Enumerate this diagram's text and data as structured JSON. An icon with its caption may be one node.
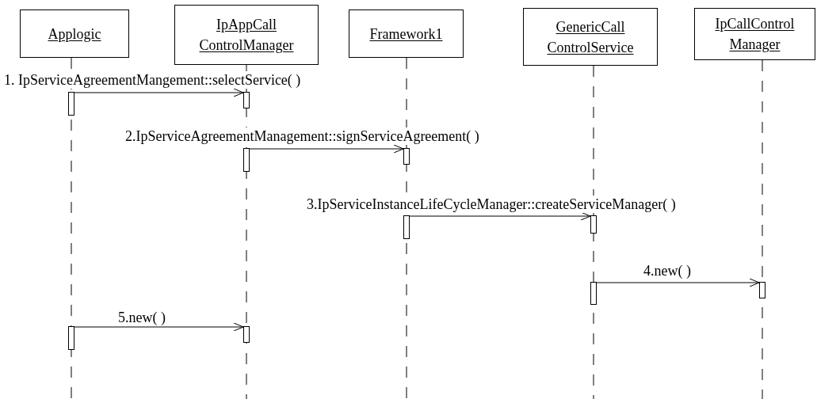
{
  "diagram": {
    "nodes": [
      {
        "text": [
          "Applogic"
        ]
      },
      {
        "text": [
          "IpAppCall ControlManager"
        ]
      },
      {
        "text": [
          "Framework1"
        ]
      },
      {
        "text": [
          "GenericCall ControlService"
        ]
      },
      {
        "text": [
          "IpCallControl Manager"
        ]
      },
      {
        "text": [],
        "shape": "bar"
      },
      {
        "text": [],
        "shape": "bar"
      },
      {
        "text": [],
        "shape": "bar"
      },
      {
        "text": [],
        "shape": "bar"
      },
      {
        "text": [],
        "shape": "bar"
      },
      {
        "text": [],
        "shape": "bar"
      },
      {
        "text": [],
        "shape": "bar"
      },
      {
        "text": [],
        "shape": "bar"
      },
      {
        "text": [],
        "shape": "bar"
      },
      {
        "text": [],
        "shape": "bar"
      }
    ],
    "edges": [
      {
        "from": 5,
        "to": 6,
        "arrow": "to",
        "label": "1. IpServiceAgreementMangement::selectService( )"
      },
      {
        "from": 7,
        "to": 8,
        "arrow": "to",
        "label": "2.IpServiceAgreementManagement::signServiceAgreement( )"
      },
      {
        "from": 9,
        "to": 10,
        "arrow": "to",
        "label": "3.IpServiceInstanceLifeCycleManager::createServiceManager( )"
      },
      {
        "from": 11,
        "to": 12,
        "arrow": "to",
        "label": "4.new( )"
      },
      {
        "from": 13,
        "to": 14,
        "arrow": "to",
        "label": "5.new( )"
      }
    ]
  }
}
